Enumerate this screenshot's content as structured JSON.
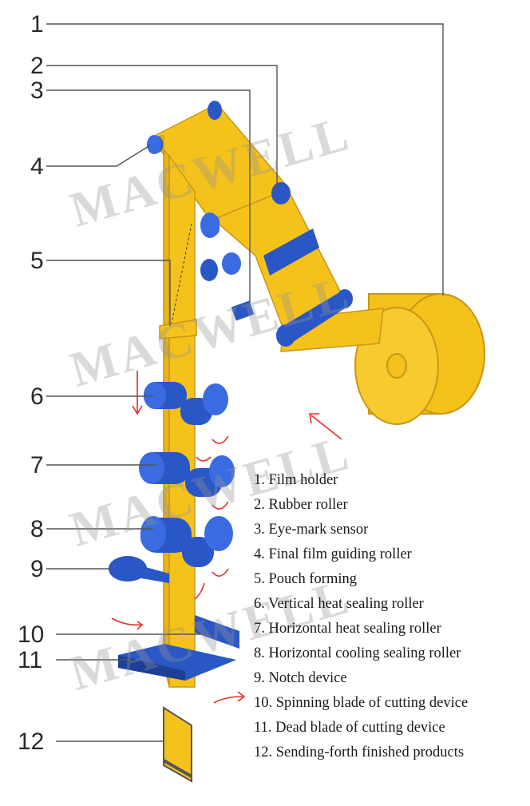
{
  "callout_numbers": [
    "1",
    "2",
    "3",
    "4",
    "5",
    "6",
    "7",
    "8",
    "9",
    "10",
    "11",
    "12"
  ],
  "legend": [
    "1. Film holder",
    "2. Rubber roller",
    "3. Eye-mark sensor",
    "4. Final film guiding roller",
    "5. Pouch forming",
    "6. Vertical heat sealing roller",
    "7. Horizontal heat sealing roller",
    "8. Horizontal cooling sealing roller",
    "9. Notch device",
    "10. Spinning blade of cutting device",
    "11. Dead blade of cutting device",
    "12. Sending-forth finished products"
  ],
  "watermark": "MACWELL",
  "colors": {
    "film": "#f5c21b",
    "film_edge": "#c9961a",
    "roller": "#2a57c6",
    "roller_dark": "#1d3f96",
    "leader_line": "#555555",
    "arrow": "#e0302a"
  }
}
